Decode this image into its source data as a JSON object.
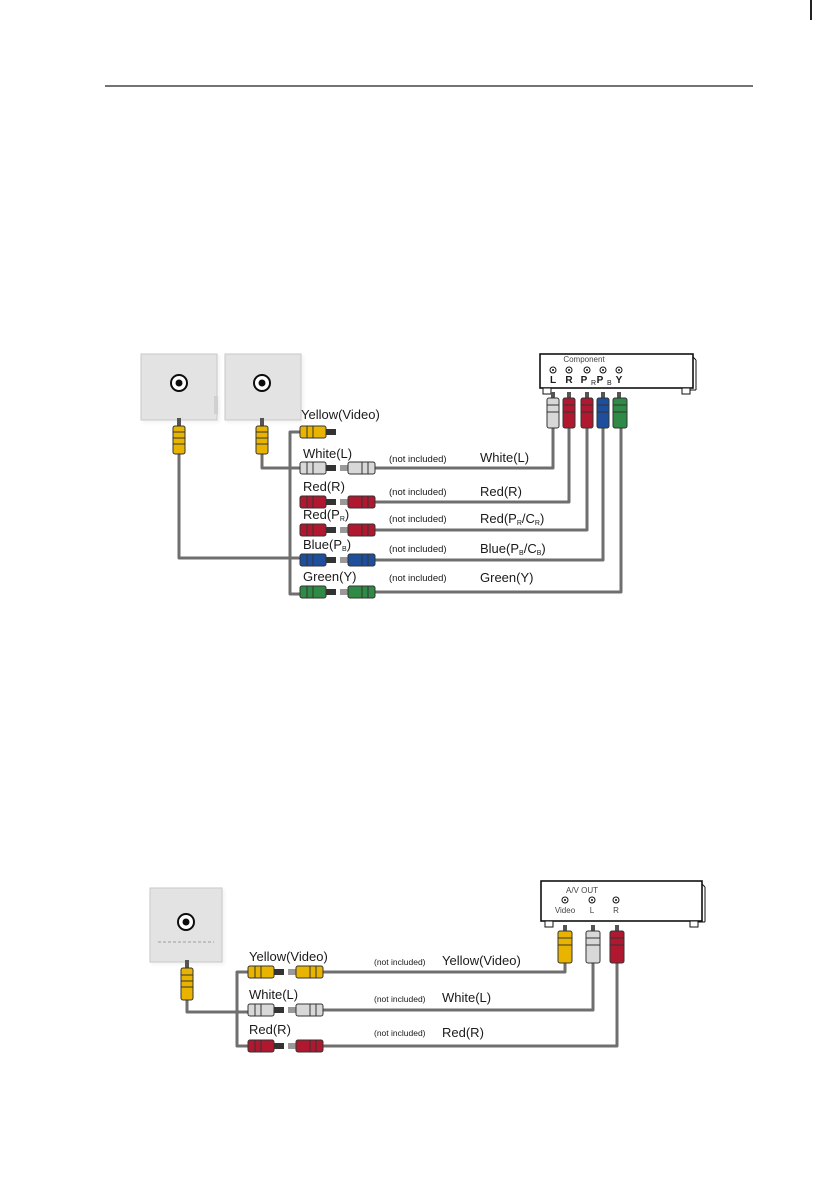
{
  "colors": {
    "yellow": "#e8b400",
    "white_plug": "#d8d8d8",
    "red": "#b01830",
    "blue": "#1d4f9c",
    "green": "#2f8a45",
    "cable": "#777777",
    "panel": "#e3e3e3"
  },
  "diagram1": {
    "device_header": "Component",
    "jacks": [
      {
        "main": "L",
        "sub": ""
      },
      {
        "main": "R",
        "sub": ""
      },
      {
        "main": "P",
        "sub": "R"
      },
      {
        "main": "P",
        "sub": "B"
      },
      {
        "main": "Y",
        "sub": ""
      }
    ],
    "top_label": "Yellow(Video)",
    "rows": [
      {
        "left_main": "White(L)",
        "left_sub": "",
        "left_tail": "",
        "note": "(not included)",
        "right_main": "White(L)",
        "right_sub1": "",
        "right_mid": "",
        "right_sub2": "",
        "right_tail": ""
      },
      {
        "left_main": "Red(R)",
        "left_sub": "",
        "left_tail": "",
        "note": "(not included)",
        "right_main": "Red(R)",
        "right_sub1": "",
        "right_mid": "",
        "right_sub2": "",
        "right_tail": ""
      },
      {
        "left_main": "Red(P",
        "left_sub": "R",
        "left_tail": ")",
        "note": "(not included)",
        "right_main": "Red(P",
        "right_sub1": "R",
        "right_mid": "/C",
        "right_sub2": "R",
        "right_tail": ")"
      },
      {
        "left_main": "Blue(P",
        "left_sub": "B",
        "left_tail": ")",
        "note": "(not included)",
        "right_main": "Blue(P",
        "right_sub1": "B",
        "right_mid": "/C",
        "right_sub2": "B",
        "right_tail": ")"
      },
      {
        "left_main": "Green(Y)",
        "left_sub": "",
        "left_tail": "",
        "note": "(not included)",
        "right_main": "Green(Y)",
        "right_sub1": "",
        "right_mid": "",
        "right_sub2": "",
        "right_tail": ""
      }
    ]
  },
  "diagram2": {
    "device_header": "A/V OUT",
    "jacks": [
      "Video",
      "L",
      "R"
    ],
    "rows": [
      {
        "left": "Yellow(Video)",
        "note": "(not included)",
        "right": "Yellow(Video)"
      },
      {
        "left": "White(L)",
        "note": "(not included)",
        "right": "White(L)"
      },
      {
        "left": "Red(R)",
        "note": "(not included)",
        "right": "Red(R)"
      }
    ]
  }
}
